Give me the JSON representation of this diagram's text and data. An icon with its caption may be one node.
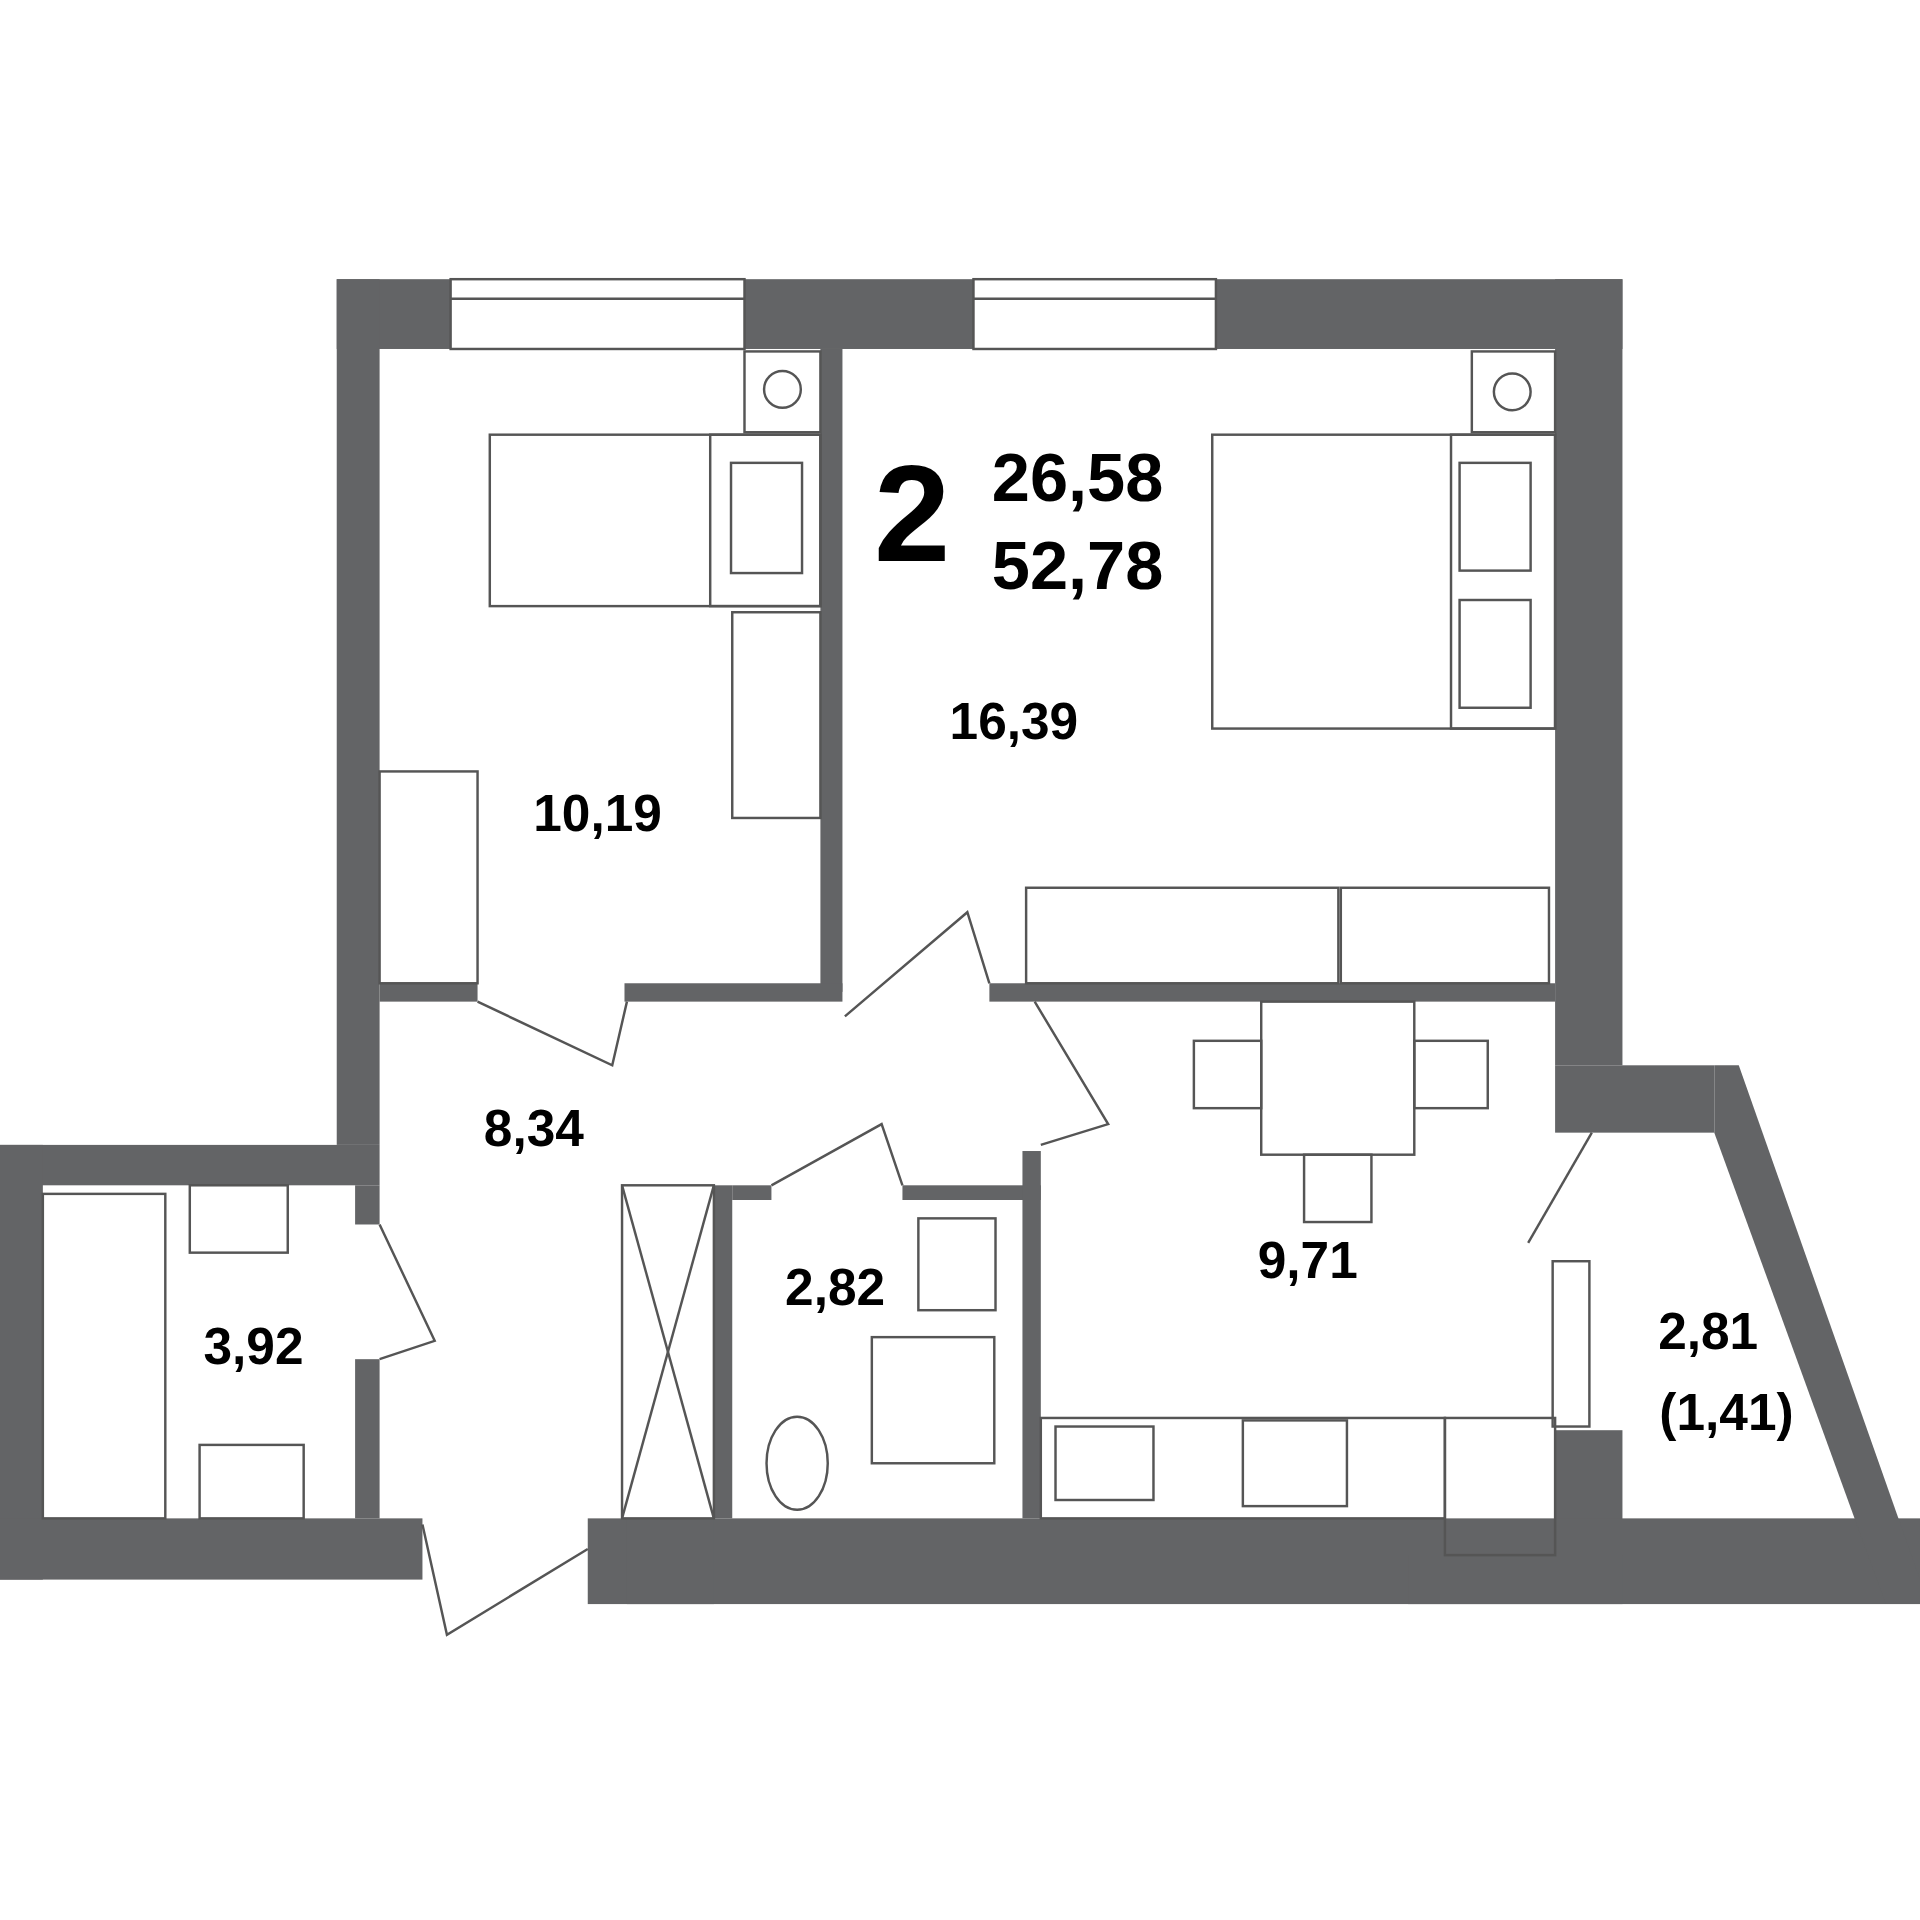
{
  "diagram": {
    "labels": [
      "2",
      "26,58",
      "52,78",
      "16,39",
      "10,19",
      "8,34",
      "3,92",
      "2,82",
      "9,71",
      "2,81",
      "(1,41)"
    ]
  }
}
